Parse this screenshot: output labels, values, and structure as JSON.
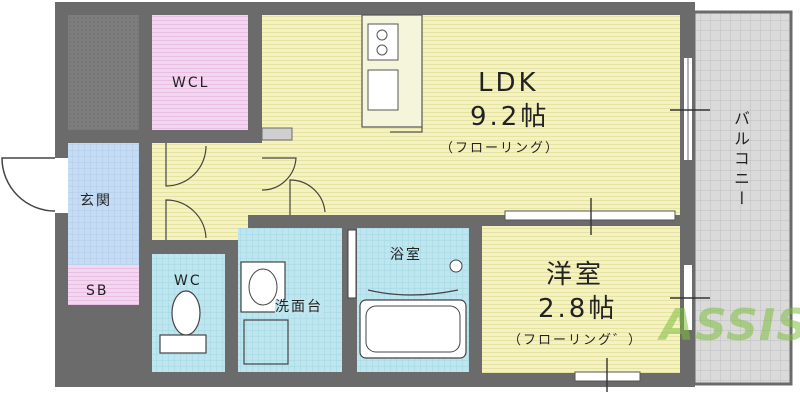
{
  "rooms": {
    "ldk": {
      "name": "LDK",
      "size": "9.2帖",
      "floor": "（フローリング）"
    },
    "western": {
      "name": "洋室",
      "size": "2.8帖",
      "floor": "（フローリング゛）"
    },
    "wcl": {
      "name": "WCL"
    },
    "entrance": {
      "name": "玄関"
    },
    "sb": {
      "name": "SB"
    },
    "wc": {
      "name": "WC"
    },
    "washroom": {
      "name": "洗面台"
    },
    "bath": {
      "name": "浴室"
    },
    "balcony": {
      "name": "バルコニー"
    }
  },
  "logo": {
    "text": "ASSIST"
  },
  "colors": {
    "wall": "#6b6b6b",
    "ldk_floor": "#f4f2c0",
    "wcl_floor": "#f3d6ef",
    "wet_floor": "#bfe6ee",
    "entrance_floor": "#c9dcf3",
    "storage": "#7a7a7a",
    "balcony": "#d9d9d9",
    "logo": "#7fbf3f"
  }
}
